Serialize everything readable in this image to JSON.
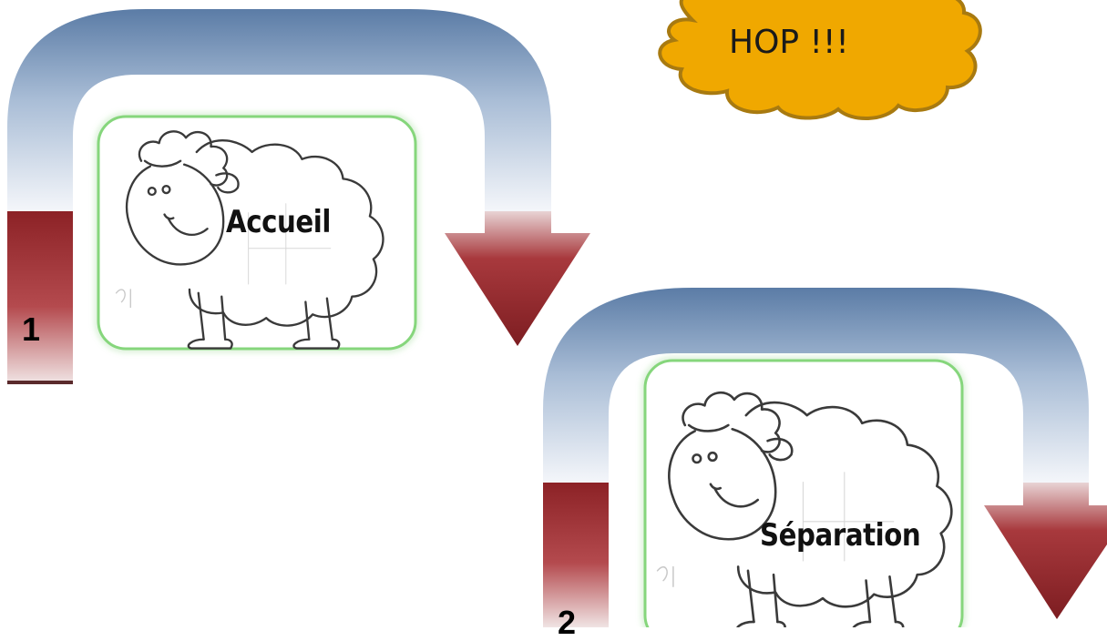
{
  "steps": [
    {
      "number": "1",
      "label": "Accueil"
    },
    {
      "number": "2",
      "label": "Séparation"
    }
  ],
  "callout": {
    "text": "HOP !!!"
  },
  "colors": {
    "arc_blue_dark": "#5f7fa8",
    "arc_blue_light": "#e9eef5",
    "arrow_red": "#8e2226",
    "arrow_red_light": "#e4c8c9",
    "card_border": "#86d67c",
    "cloud_fill": "#f0a800",
    "cloud_stroke": "#a87a10",
    "sheep_line": "#3a3a3a"
  },
  "icons": {
    "sheep": "sheep-drawing-icon",
    "cloud": "cloud-shape"
  }
}
